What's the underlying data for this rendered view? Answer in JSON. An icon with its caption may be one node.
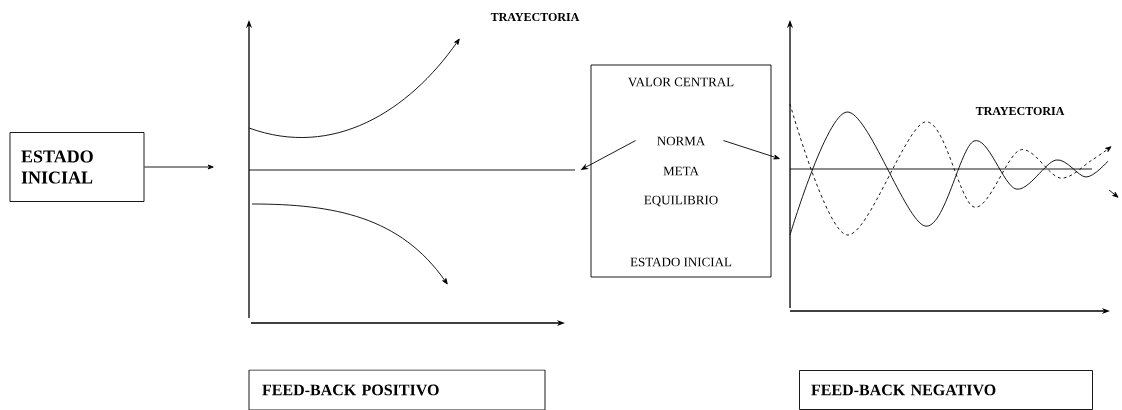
{
  "diagram": {
    "nodes": [
      {
        "text": [
          "ESTADO INICIAL"
        ]
      },
      {
        "text": [],
        "shape": "picture",
        "beside": [
          "TRAYECTORIA"
        ]
      },
      {
        "text": [
          "VALOR CENTRAL",
          "ESTADO INICIAL"
        ]
      },
      {
        "text": [
          "NORMA",
          "META",
          "EQUILIBRIO"
        ],
        "in": 2
      },
      {
        "text": [
          "TRAYECTORIA"
        ]
      },
      {
        "text": [
          "FEED-BACK POSITIVO"
        ]
      },
      {
        "text": [
          "FEED-BACK NEGATIVO"
        ]
      }
    ],
    "edges": [
      {
        "from": 0,
        "to": 1,
        "arrow": "to"
      },
      {
        "from": 3,
        "to": 1,
        "arrow": "to"
      },
      {
        "from": 3,
        "to": 4,
        "arrow": "to"
      }
    ]
  }
}
